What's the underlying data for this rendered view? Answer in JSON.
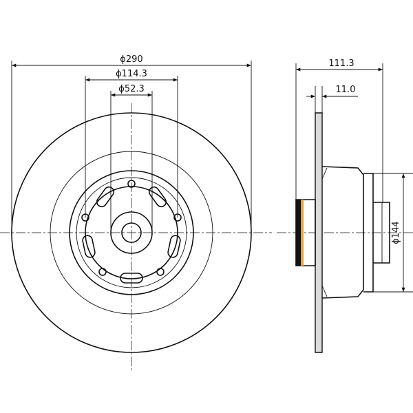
{
  "dimensions": {
    "outer_diameter": "290",
    "pcd": "114.3",
    "center_bore": "52.3",
    "overall_height": "111.3",
    "disc_thickness": "11.0",
    "hub_diameter": "144"
  },
  "symbols": {
    "diameter": "ϕ"
  }
}
